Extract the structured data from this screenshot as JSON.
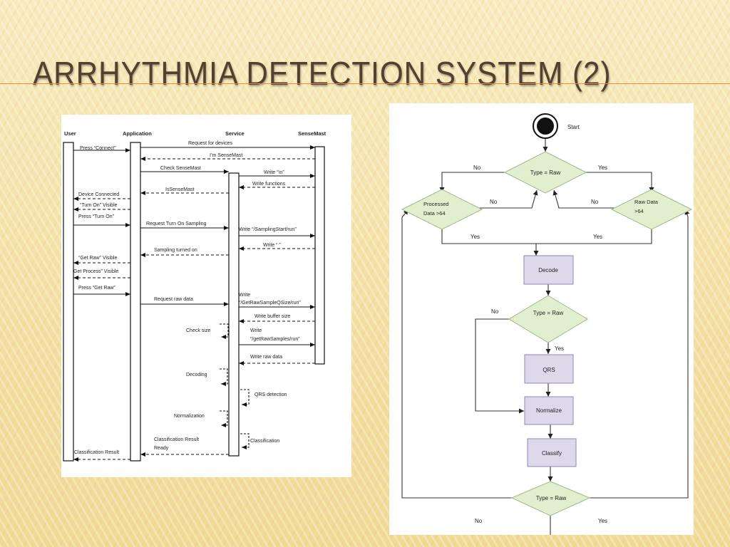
{
  "slide": {
    "title": "Arrhythmia Detection System (2)"
  },
  "sequence": {
    "lifelines": {
      "user": "User",
      "application": "Application",
      "service": "Service",
      "sensemast": "SenseMast"
    },
    "messages": {
      "press_connect": "Press “Connect”",
      "request_devices": "Request for devices",
      "im_sensemast": "I’m SenseMast",
      "check_sensemast": "Check SenseMast",
      "write_n": "Write “\\n”",
      "write_functions": "Write functions",
      "is_sensemast": "IsSenseMast",
      "device_connected": "Device Connected",
      "turn_on_visible": "“Turn On” Visible",
      "press_turn_on": "Press “Turn On”",
      "request_turn_on": "Request Turn On Sampling",
      "write_sampling_start": "Write “/SamplingStart/run”",
      "write_blank": "Write “ ”",
      "sampling_turned_on": "Sampling turned on",
      "get_raw_visible": "“Get Raw” Visible",
      "get_process_visible": "Get Process” Visible",
      "press_get_raw": "Press “Get Raw”",
      "request_raw_data": "Request raw data",
      "write_raw_q_1": "Write",
      "write_raw_q_2": "“/GetRawSampleQSize/run”",
      "write_buffer_size": "Write buffer size",
      "check_size": "Check size",
      "write_get_raw_1": "Write",
      "write_get_raw_2": "“/getRawSamples/run”",
      "write_raw_data": "Write raw data",
      "decoding": "Decoding",
      "qrs_detection": "QRS detection",
      "normalization": "Normalization",
      "classification_result_1": "Classification Result",
      "classification_result_2": "Ready",
      "classification": "Classification",
      "classification_result_user": "Classification Result"
    }
  },
  "flowchart": {
    "start": "Start",
    "decision_type_raw_1": "Type = Raw",
    "no_1": "No",
    "yes_1": "Yes",
    "processed_1": "Processed",
    "processed_2": "Data >64",
    "raw_data_1": "Raw Data",
    "raw_data_2": ">64",
    "no_left": "No",
    "no_right": "No",
    "yes_left": "Yes",
    "yes_right": "Yes",
    "decode": "Decode",
    "decision_type_raw_2": "Type = Raw",
    "no_2": "No",
    "yes_2": "Yes",
    "qrs": "QRS",
    "normalize": "Normalize",
    "classify": "Classify",
    "decision_type_raw_3": "Type = Raw",
    "no_3": "No",
    "yes_3": "Yes",
    "colors": {
      "decision_fill": "#e2efcf",
      "process_fill": "#ddd9ea",
      "process_stroke": "#8f87b5"
    }
  }
}
